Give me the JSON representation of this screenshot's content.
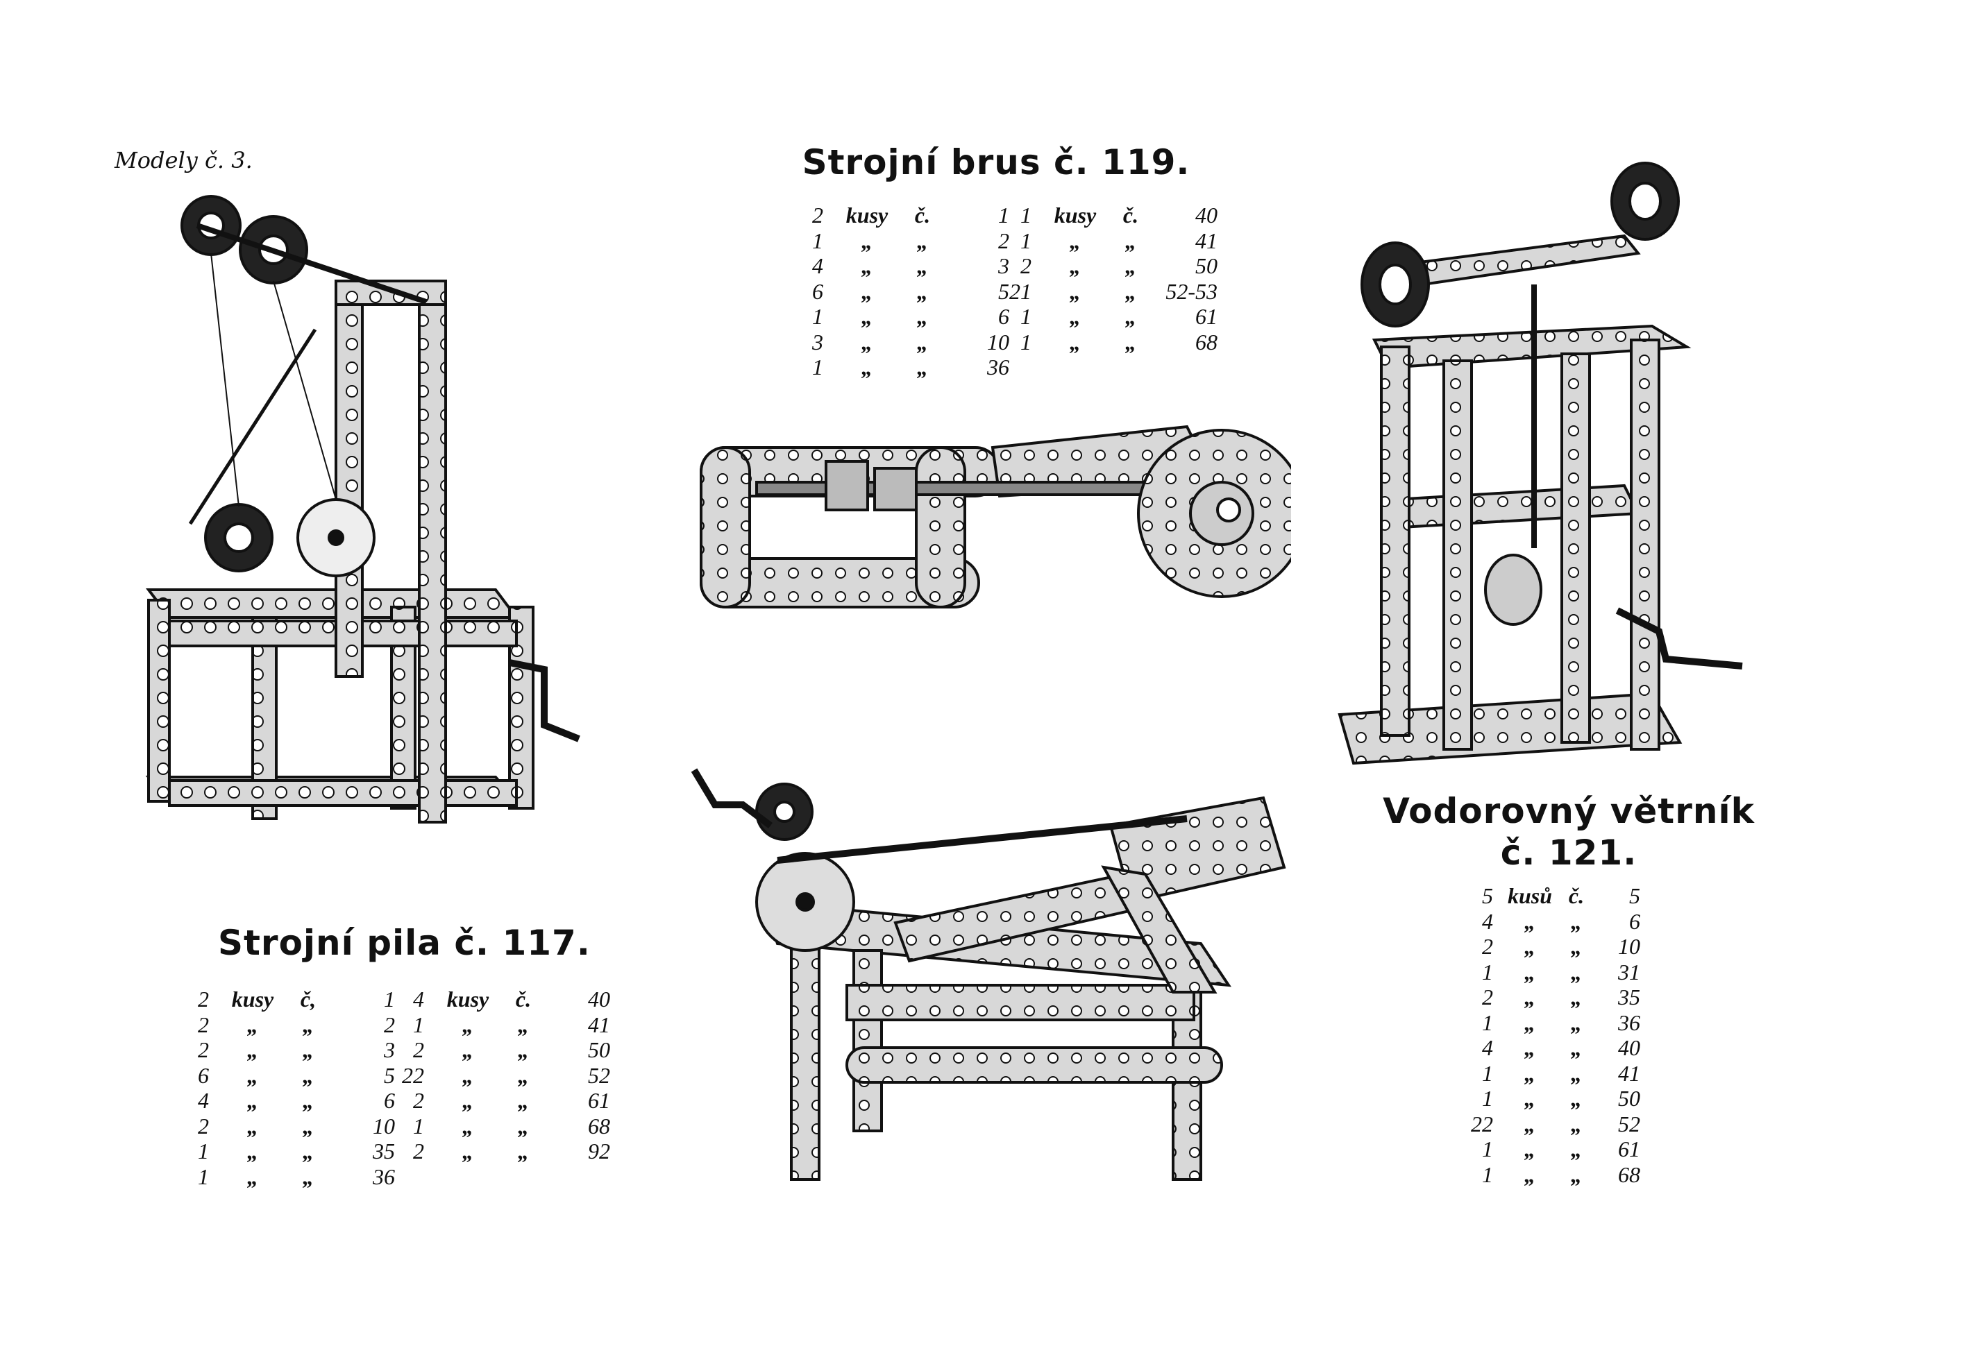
{
  "header": "Modely č. 3.",
  "models": {
    "brus": {
      "title": "Strojní brus č. 119.",
      "parts_left": [
        [
          "2",
          "kusy",
          "č.",
          "1"
        ],
        [
          "1",
          "„",
          "„",
          "2"
        ],
        [
          "4",
          "„",
          "„",
          "3"
        ],
        [
          "6",
          "„",
          "„",
          "5"
        ],
        [
          "1",
          "„",
          "„",
          "6"
        ],
        [
          "3",
          "„",
          "„",
          "10"
        ],
        [
          "1",
          "„",
          "„",
          "36"
        ]
      ],
      "parts_right": [
        [
          "1",
          "kusy",
          "č.",
          "40"
        ],
        [
          "1",
          "„",
          "„",
          "41"
        ],
        [
          "2",
          "„",
          "„",
          "50"
        ],
        [
          "21",
          "„",
          "„",
          "52-53"
        ],
        [
          "1",
          "„",
          "„",
          "61"
        ],
        [
          "1",
          "„",
          "„",
          "68"
        ]
      ]
    },
    "pila": {
      "title": "Strojní pila č. 117.",
      "parts_left": [
        [
          "2",
          "kusy",
          "č,",
          "1"
        ],
        [
          "2",
          "„",
          "„",
          "2"
        ],
        [
          "2",
          "„",
          "„",
          "3"
        ],
        [
          "6",
          "„",
          "„",
          "5"
        ],
        [
          "4",
          "„",
          "„",
          "6"
        ],
        [
          "2",
          "„",
          "„",
          "10"
        ],
        [
          "1",
          "„",
          "„",
          "35"
        ],
        [
          "1",
          "„",
          "„",
          "36"
        ]
      ],
      "parts_right": [
        [
          "4",
          "kusy",
          "č.",
          "40"
        ],
        [
          "1",
          "„",
          "„",
          "41"
        ],
        [
          "2",
          "„",
          "„",
          "50"
        ],
        [
          "22",
          "„",
          "„",
          "52"
        ],
        [
          "2",
          "„",
          "„",
          "61"
        ],
        [
          "1",
          "„",
          "„",
          "68"
        ],
        [
          "2",
          "„",
          "„",
          "92"
        ]
      ]
    },
    "vetrnik": {
      "title_line1": "Vodorovný větrník",
      "title_line2": "č. 121.",
      "parts": [
        [
          "5",
          "kusů",
          "č.",
          "5"
        ],
        [
          "4",
          "„",
          "„",
          "6"
        ],
        [
          "2",
          "„",
          "„",
          "10"
        ],
        [
          "1",
          "„",
          "„",
          "31"
        ],
        [
          "2",
          "„",
          "„",
          "35"
        ],
        [
          "1",
          "„",
          "„",
          "36"
        ],
        [
          "4",
          "„",
          "„",
          "40"
        ],
        [
          "1",
          "„",
          "„",
          "41"
        ],
        [
          "1",
          "„",
          "„",
          "50"
        ],
        [
          "22",
          "„",
          "„",
          "52"
        ],
        [
          "1",
          "„",
          "„",
          "61"
        ],
        [
          "1",
          "„",
          "„",
          "68"
        ]
      ]
    }
  },
  "illustrations": [
    "saw-machine",
    "grinder",
    "unnamed-machine",
    "horizontal-fan"
  ]
}
